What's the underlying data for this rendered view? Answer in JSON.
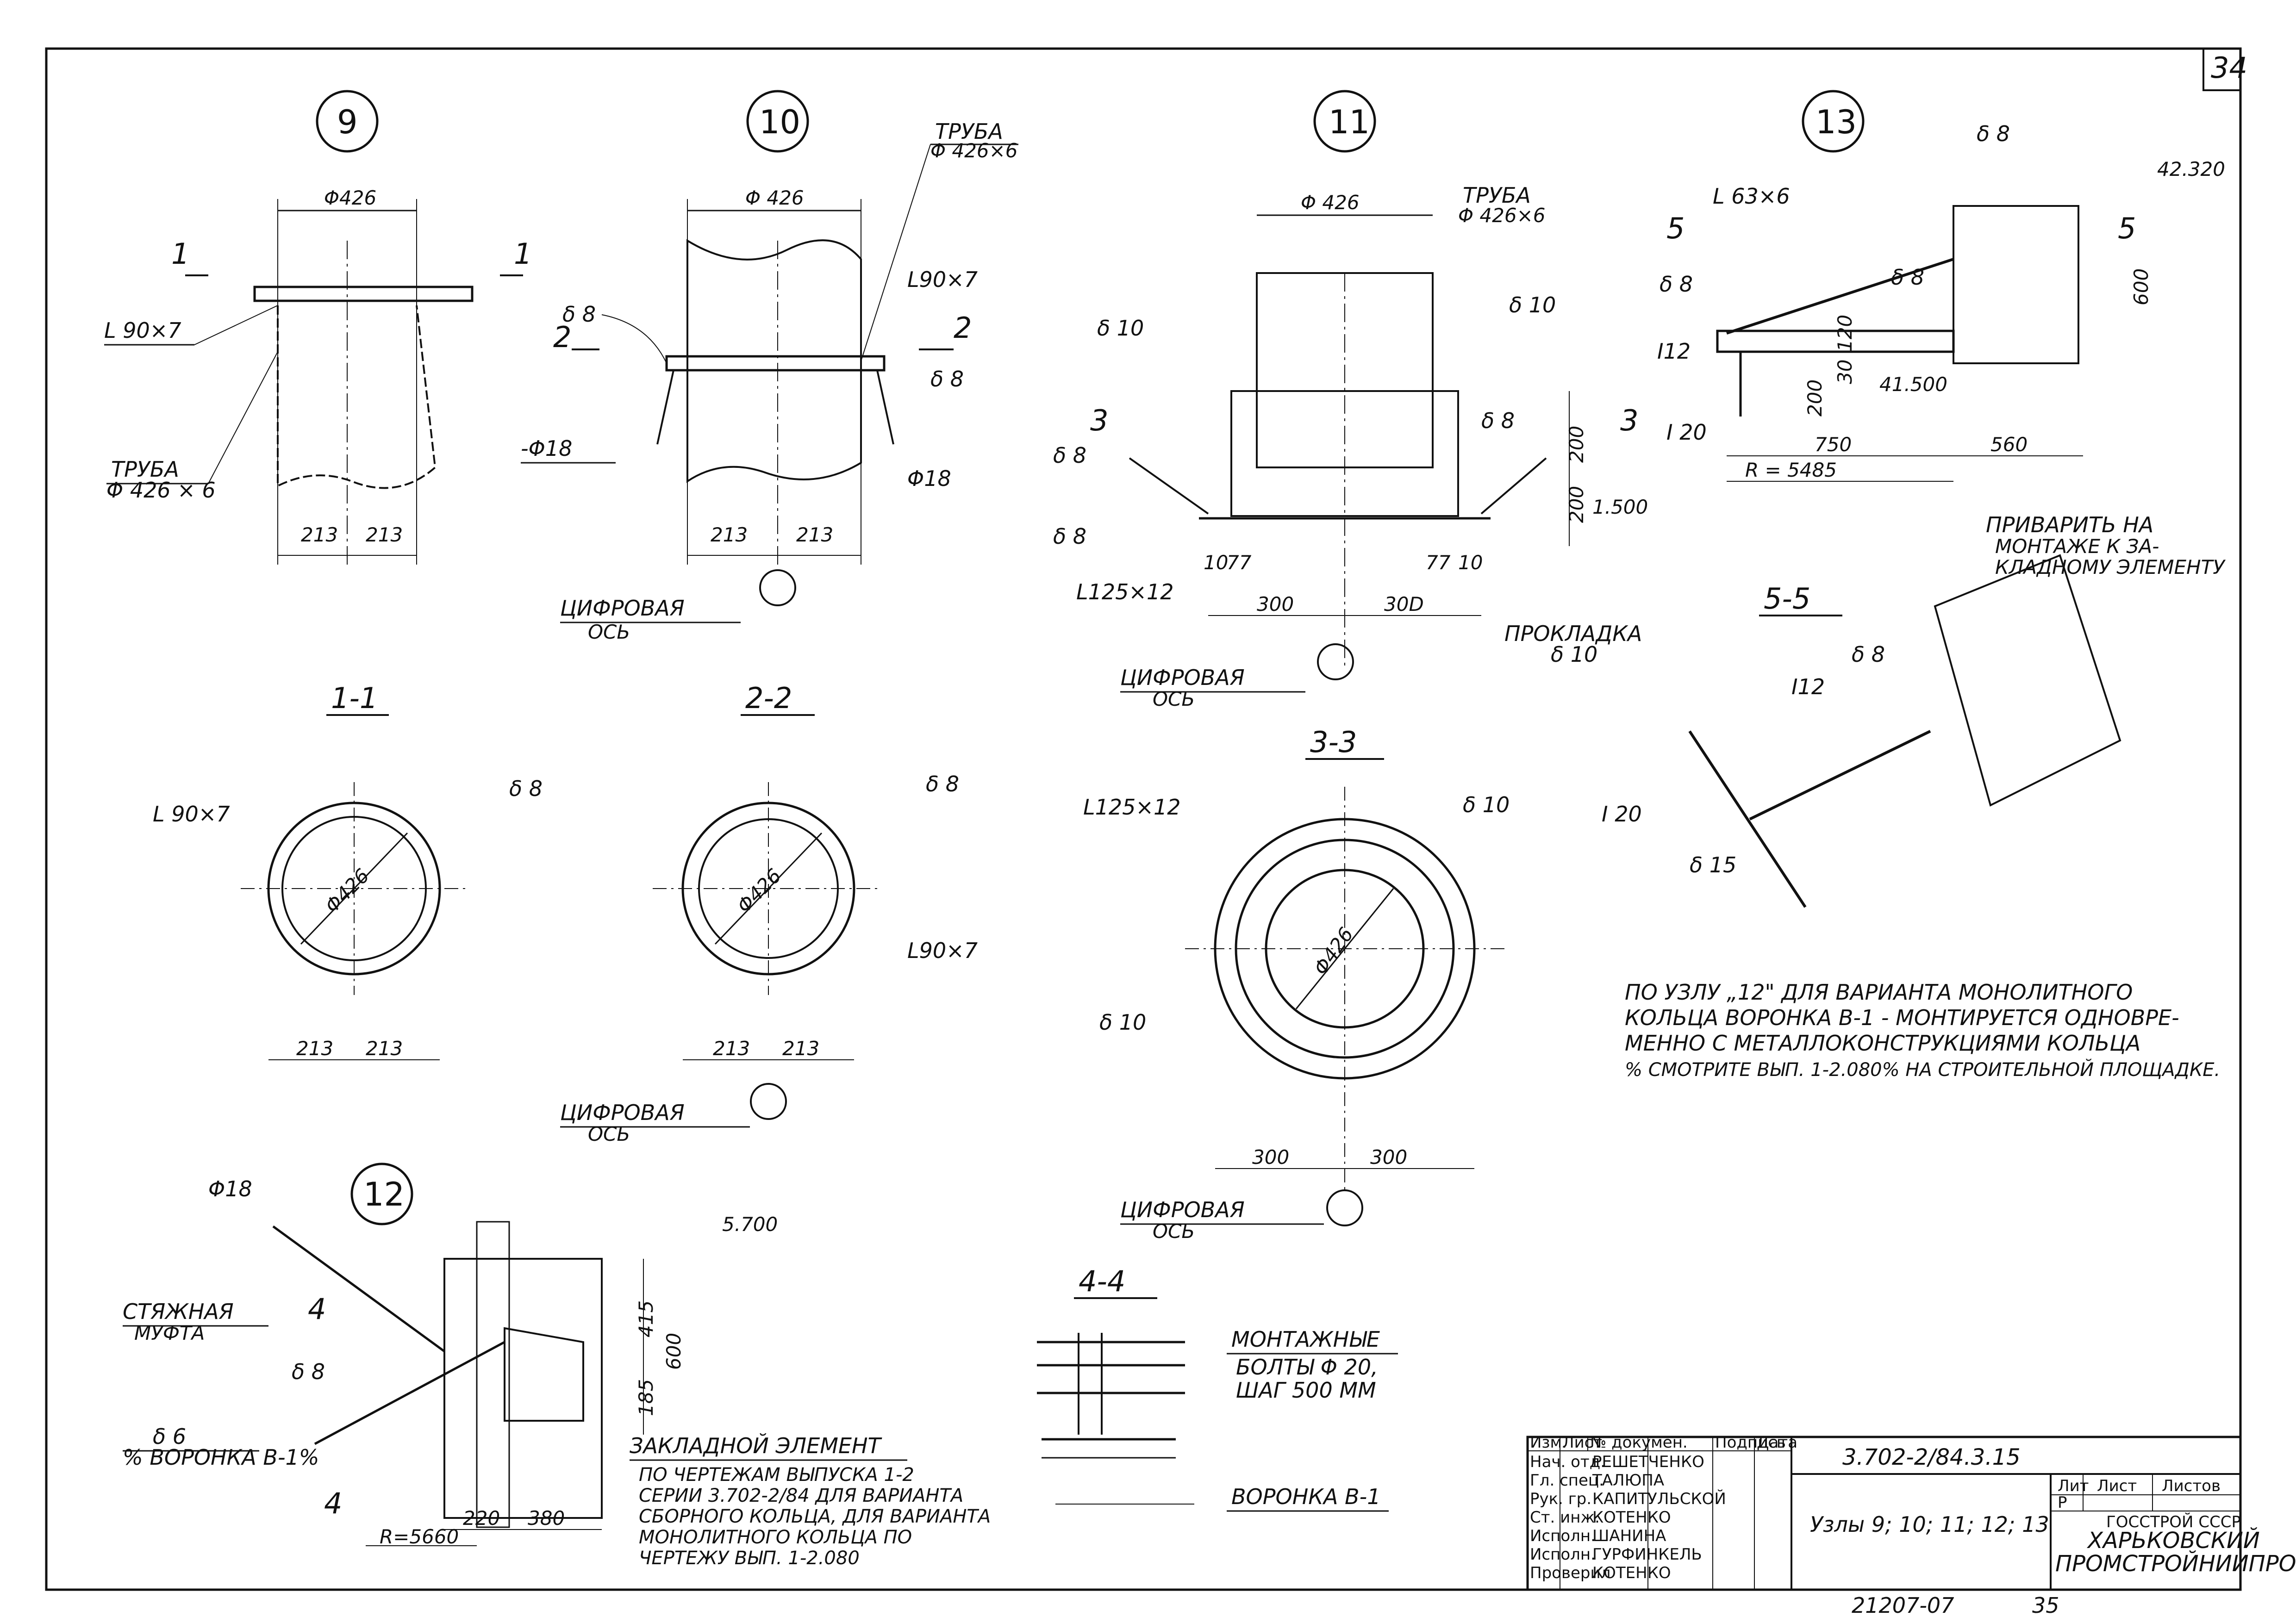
{
  "sheet_number": "34",
  "nodes": [
    {
      "id": "node-9",
      "label": "9"
    },
    {
      "id": "node-10",
      "label": "10"
    },
    {
      "id": "node-11",
      "label": "11"
    },
    {
      "id": "node-12",
      "label": "12"
    },
    {
      "id": "node-13",
      "label": "13"
    }
  ],
  "sections": {
    "s11": "1-1",
    "s22": "2-2",
    "s33": "3-3",
    "s44": "4-4",
    "s55": "5-5"
  },
  "labels": {
    "phi426": "Φ426",
    "phi426b": "Φ 426",
    "pipe": "ТРУБА",
    "pipe_size": "Φ 426 × 6",
    "pipe_size_b": "Φ 426×6",
    "l90x7": "L 90×7",
    "l90x7b": "L90×7",
    "l125x12": "L125×12",
    "l63x6": "L 63×6",
    "s8": "δ 8",
    "s10": "δ 10",
    "s6": "δ 6",
    "s15": "δ 15",
    "phi18": "-Φ18",
    "phi18b": "Φ18",
    "i12": "I12",
    "i20": "I 20",
    "axis1": "ЦИФРОВАЯ",
    "axis2": "ОСЬ",
    "gasket": "ПРОКЛАДКА",
    "gasket_size": "δ 10",
    "coupling1": "СТЯЖНАЯ",
    "coupling2": "МУФТА",
    "funnel_ref": "% ВОРОНКА В-1%",
    "funnel": "ВОРОНКА В-1",
    "weld_note": [
      "ПРИВАРИТЬ НА",
      "МОНТАЖЕ К ЗА-",
      "КЛАДНОМУ ЭЛЕМЕНТУ"
    ],
    "bolts": [
      "МОНТАЖНЫЕ",
      "БОЛТЫ Φ 20,",
      "ШАГ 500 ММ"
    ],
    "embedded": [
      "ЗАКЛАДНОЙ ЭЛЕМЕНТ",
      "ПО ЧЕРТЕЖАМ ВЫПУСКА 1-2",
      "СЕРИИ 3.702-2/84 ДЛЯ ВАРИАНТА",
      "СБОРНОГО КОЛЬЦА, ДЛЯ ВАРИАНТА",
      "МОНОЛИТНОГО КОЛЬЦА ПО",
      "ЧЕРТЕЖУ ВЫП. 1-2.080"
    ],
    "main_note": [
      "ПО УЗЛУ „12\" ДЛЯ ВАРИАНТА МОНОЛИТНОГО",
      "КОЛЬЦА ВОРОНКА В-1 - МОНТИРУЕТСЯ ОДНОВРЕ-",
      "МЕННО С МЕТАЛЛОКОНСТРУКЦИЯМИ КОЛЬЦА",
      "% СМОТРИТЕ ВЫП. 1-2.080%  НА СТРОИТЕЛЬНОЙ ПЛОЩАДКЕ."
    ]
  },
  "dimensions": {
    "d213": "213",
    "d300": "300",
    "d30d": "30D",
    "d200": "200",
    "d77": "77",
    "d10": "10",
    "d750": "750",
    "d560": "560",
    "d600": "600",
    "d120": "120",
    "d30": "30",
    "r5485": "R = 5485",
    "r5660": "R=5660",
    "d415": "415",
    "d185": "185",
    "d220": "220",
    "d380": "380",
    "e42320": "42.320",
    "e41500": "41.500",
    "e1500": "1.500",
    "e5700": "5.700",
    "sec1": "1",
    "sec2": "2",
    "sec3": "3",
    "sec4": "4",
    "sec5": "5"
  },
  "title_block": {
    "headers": [
      "Изм.",
      "Лист",
      "№ докумен.",
      "Подпись",
      "Дата"
    ],
    "rows": [
      {
        "role": "Нач. отд.",
        "name": "РЕШЕТЧЕНКО"
      },
      {
        "role": "Гл. спец.",
        "name": "ТАЛЮПА"
      },
      {
        "role": "Рук. гр.",
        "name": "КАПИТУЛЬСКОЙ"
      },
      {
        "role": "Ст. инж.",
        "name": "КОТЕНКО"
      },
      {
        "role": "Исполн.",
        "name": "ШАНИНА"
      },
      {
        "role": "Исполн.",
        "name": "ГУРФИНКЕЛЬ"
      },
      {
        "role": "Проверил",
        "name": "КОТЕНКО"
      }
    ],
    "code": "3.702-2/84.3.15",
    "title": "Узлы 9; 10; 11; 12; 13",
    "stage_headers": [
      "Лит",
      "Лист",
      "Листов"
    ],
    "stage": "Р",
    "org1": "ГОССТРОЙ СССР",
    "org2": "ХАРЬКОВСКИЙ",
    "org3": "ПРОМСТРОЙНИИПРОЕКТ"
  },
  "footer": {
    "inventory": "21207-07",
    "page": "35"
  }
}
